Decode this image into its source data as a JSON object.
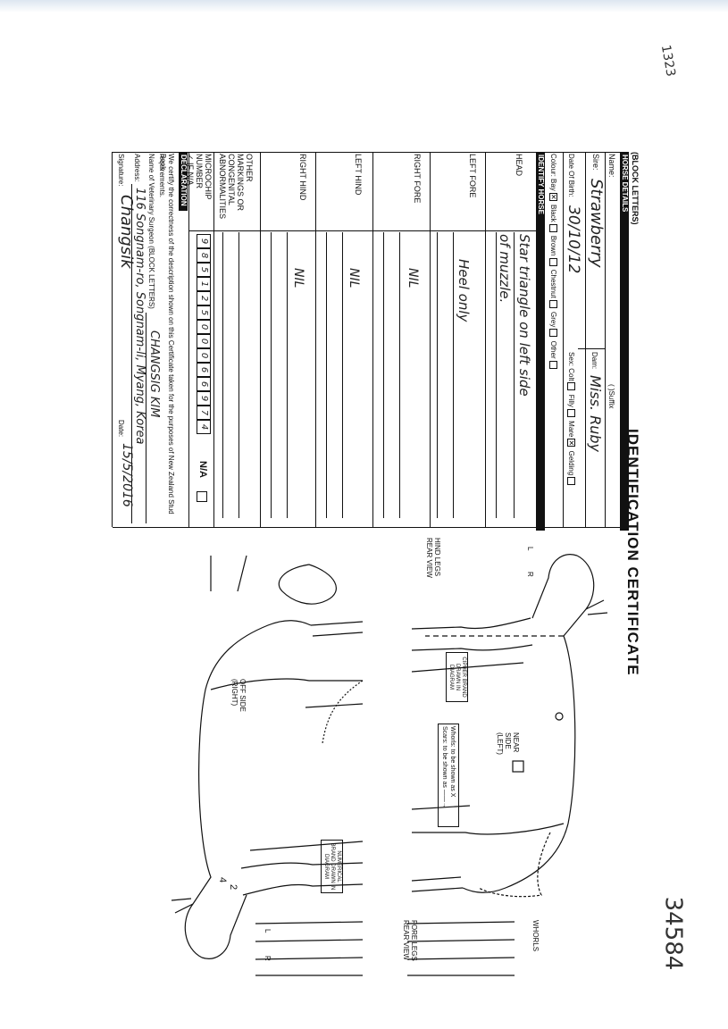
{
  "header": {
    "block_letters": "(BLOCK LETTERS)",
    "title": "IDENTIFICATION CERTIFICATE",
    "horse_details_bar": "HORSE DETAILS",
    "identify_bar": "IDENTIFY HORSE",
    "declaration_bar": "DECLARATION"
  },
  "fields": {
    "name_label": "Name:",
    "suffix_label": "( )Suffix",
    "sire_label": "Sire:",
    "sire_value": "Strawberry",
    "dam_label": "Dam:",
    "dam_value": "Miss. Ruby",
    "dob_label": "Date Of Birth:",
    "dob_value": "30/10/12",
    "sex_label": "Sex: Colt",
    "sex_options": [
      "Filly",
      "Mare",
      "Gelding"
    ],
    "colour_label": "Colour: Bay",
    "colour_options": [
      "Black",
      "Brown",
      "Chestnut",
      "Grey",
      "Other"
    ]
  },
  "markings": {
    "head_label": "HEAD",
    "head_value_1": "Star triangle on left side",
    "head_value_2": "of muzzle.",
    "left_fore_label": "LEFT FORE",
    "left_fore_value": "Heel only",
    "right_fore_label": "RIGHT FORE",
    "right_fore_value": "NIL",
    "left_hind_label": "LEFT HIND",
    "left_hind_value": "NIL",
    "right_hind_label": "RIGHT HIND",
    "right_hind_value": "NIL",
    "other_label_1": "OTHER",
    "other_label_2": "MARKINGS OR",
    "other_label_3": "CONGENITAL",
    "other_label_4": "ABNORMALITIES"
  },
  "microchip": {
    "label_1": "MICROCHIP",
    "label_2": "NUMBER",
    "label_3": "✓ IF N/A",
    "digits": [
      "9",
      "8",
      "5",
      "1",
      "2",
      "5",
      "0",
      "0",
      "0",
      "6",
      "6",
      "9",
      "7",
      "4"
    ],
    "na_label": "N/A"
  },
  "declaration": {
    "text_1": "We certify the correctness of the description shown on this Certificate taken for the purposes of New Zealand Stud Book",
    "text_2": "requirements.",
    "vet_label": "Name of Veterinary Surgeon (BLOCK LETTERS)",
    "vet_value": "CHANGSIG KIM",
    "address_label": "Address:",
    "address_value": "116 Songnam-ro, Songnam-li, Myang, Korea",
    "signature_label": "Signature:",
    "signature_value": "Changsik",
    "date_label": "Date:",
    "date_value": "15/5/2016"
  },
  "diagram": {
    "near_side": "NEAR SIDE (LEFT)",
    "off_side": "OFF SIDE (RIGHT)",
    "hind_legs": "HIND LEGS REAR VIEW",
    "fore_legs": "FORE LEGS REAR VIEW",
    "whorls": "WHORLS",
    "cipher_brand": "CIPHER BRAND DRAWN IN DIAGRAM",
    "numerical_brand": "NUMERICAL BRAND DRAWN IN DIAGRAM",
    "legend_1": "Whorls: to be shown as X",
    "legend_2": "Scars: to be shown as ——→",
    "mark_4": "4",
    "mark_2": "2",
    "left_letter": "L",
    "right_letter": "R"
  },
  "margin": {
    "ref_number": "34584",
    "top_note": "1323"
  }
}
